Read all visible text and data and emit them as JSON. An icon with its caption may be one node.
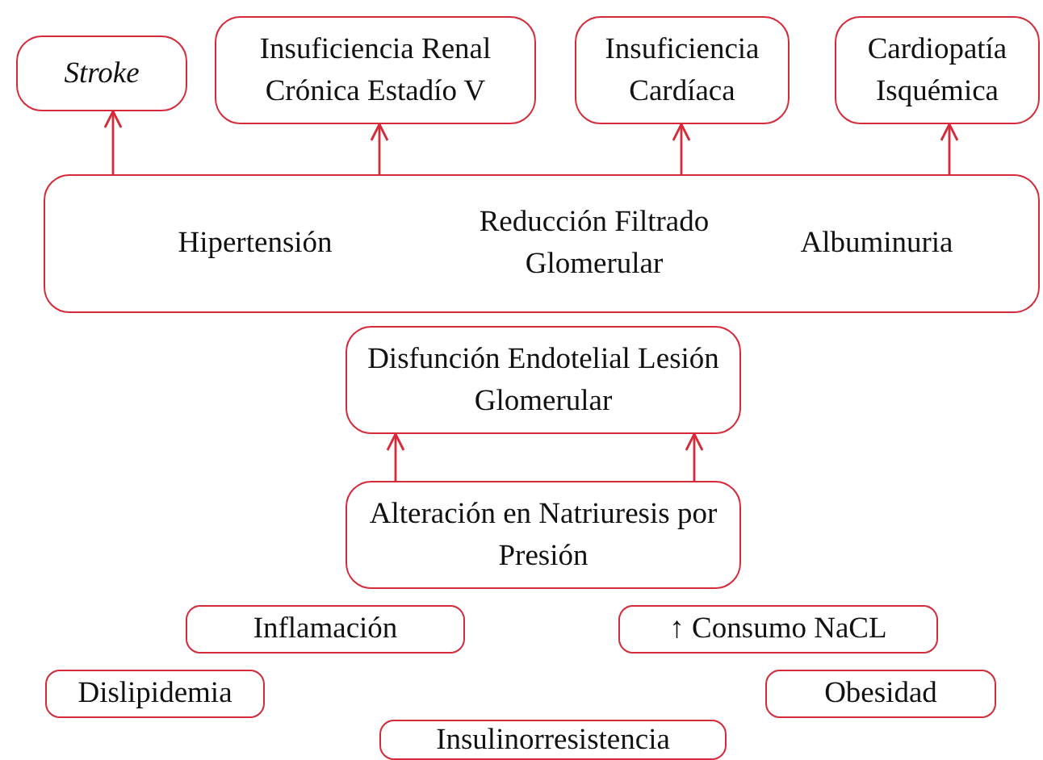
{
  "diagram": {
    "nodes": [
      {
        "text": [
          "Stroke"
        ]
      },
      {
        "text": [
          "Insuficiencia Renal Crónica Estadío V"
        ]
      },
      {
        "text": [
          "Insuficiencia Cardíaca"
        ]
      },
      {
        "text": [
          "Cardiopatía Isquémica"
        ]
      },
      {
        "text": [
          "Hipertensión",
          "Reducción Filtrado Glomerular",
          "Albuminuria"
        ]
      },
      {
        "text": [
          "Disfunción Endotelial Lesión Glomerular"
        ]
      },
      {
        "text": [
          "Alteración en Natriuresis por Presión"
        ]
      },
      {
        "text": [
          "Inflamación"
        ]
      },
      {
        "text": [
          "↑ Consumo NaCL"
        ]
      },
      {
        "text": [
          "Dislipidemia"
        ]
      },
      {
        "text": [
          "Obesidad"
        ]
      },
      {
        "text": [
          "Insulinorresistencia"
        ]
      }
    ],
    "edges": [
      {
        "from": 4,
        "to": 0,
        "arrow": "to"
      },
      {
        "from": 4,
        "to": 1,
        "arrow": "to"
      },
      {
        "from": 4,
        "to": 2,
        "arrow": "to"
      },
      {
        "from": 4,
        "to": 3,
        "arrow": "to"
      },
      {
        "from": 6,
        "to": 5,
        "arrow": "to"
      },
      {
        "from": 6,
        "to": 5,
        "arrow": "to"
      }
    ]
  }
}
